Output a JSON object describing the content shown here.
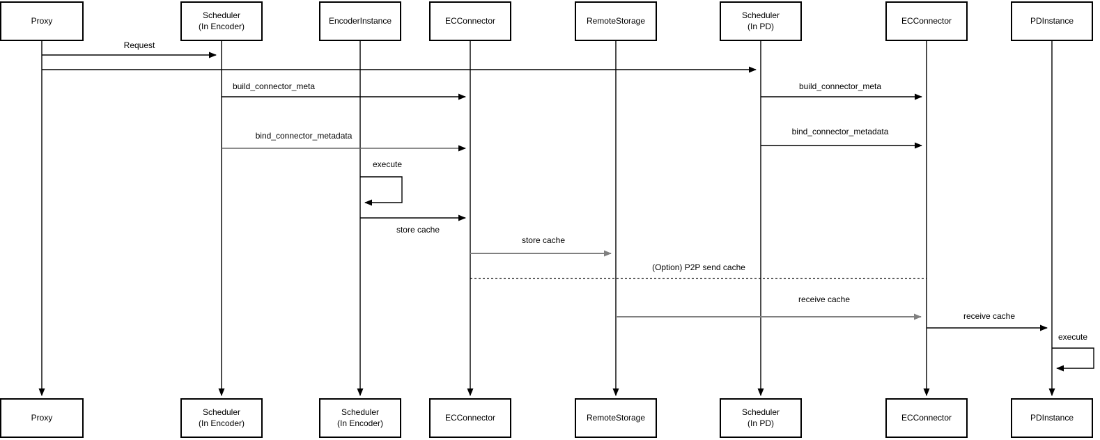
{
  "diagram": {
    "actors_top": [
      {
        "label": "Proxy"
      },
      {
        "label": "Scheduler\n(In Encoder)"
      },
      {
        "label": "EncoderInstance"
      },
      {
        "label": "ECConnector"
      },
      {
        "label": "RemoteStorage"
      },
      {
        "label": "Scheduler\n(In PD)"
      },
      {
        "label": "ECConnector"
      },
      {
        "label": "PDInstance"
      }
    ],
    "actors_bottom": [
      {
        "label": "Proxy"
      },
      {
        "label": "Scheduler\n(In Encoder)"
      },
      {
        "label": "Scheduler\n(In Encoder)"
      },
      {
        "label": "ECConnector"
      },
      {
        "label": "RemoteStorage"
      },
      {
        "label": "Scheduler\n(In PD)"
      },
      {
        "label": "ECConnector"
      },
      {
        "label": "PDInstance"
      }
    ],
    "messages": [
      {
        "label": "Request",
        "from": "Proxy",
        "to": "Scheduler (In Encoder)",
        "style": "solid-black"
      },
      {
        "label": "",
        "from": "Proxy",
        "to": "Scheduler (In PD)",
        "style": "solid-black"
      },
      {
        "label": "build_connector_meta",
        "from": "Scheduler (In Encoder)",
        "to": "ECConnector",
        "style": "solid-black"
      },
      {
        "label": "build_connector_meta",
        "from": "Scheduler (In PD)",
        "to": "ECConnector",
        "style": "solid-black"
      },
      {
        "label": "bind_connector_metadata",
        "from": "Scheduler (In Encoder)",
        "to": "ECConnector",
        "style": "solid-gray"
      },
      {
        "label": "bind_connector_metadata",
        "from": "Scheduler (In PD)",
        "to": "ECConnector",
        "style": "solid-black"
      },
      {
        "label": "execute",
        "from": "EncoderInstance",
        "to": "EncoderInstance",
        "style": "self-loop"
      },
      {
        "label": "store cache",
        "from": "EncoderInstance",
        "to": "ECConnector",
        "style": "solid-black",
        "label_position": "below"
      },
      {
        "label": "store cache",
        "from": "ECConnector",
        "to": "RemoteStorage",
        "style": "solid-gray"
      },
      {
        "label": "(Option) P2P send cache",
        "from": "ECConnector",
        "to": "ECConnector (PD side)",
        "style": "dashed-black"
      },
      {
        "label": "receive cache",
        "from": "RemoteStorage",
        "to": "ECConnector (PD side)",
        "style": "solid-gray"
      },
      {
        "label": "receive cache",
        "from": "ECConnector (PD side)",
        "to": "PDInstance",
        "style": "solid-black"
      },
      {
        "label": "execute",
        "from": "PDInstance",
        "to": "PDInstance",
        "style": "self-loop"
      }
    ],
    "colors": {
      "line_black": "#000000",
      "line_gray": "#808080",
      "line_dark_gray": "#666666",
      "box_border": "#000000",
      "box_fill": "#ffffff",
      "text": "#000000",
      "background": "#ffffff"
    }
  }
}
